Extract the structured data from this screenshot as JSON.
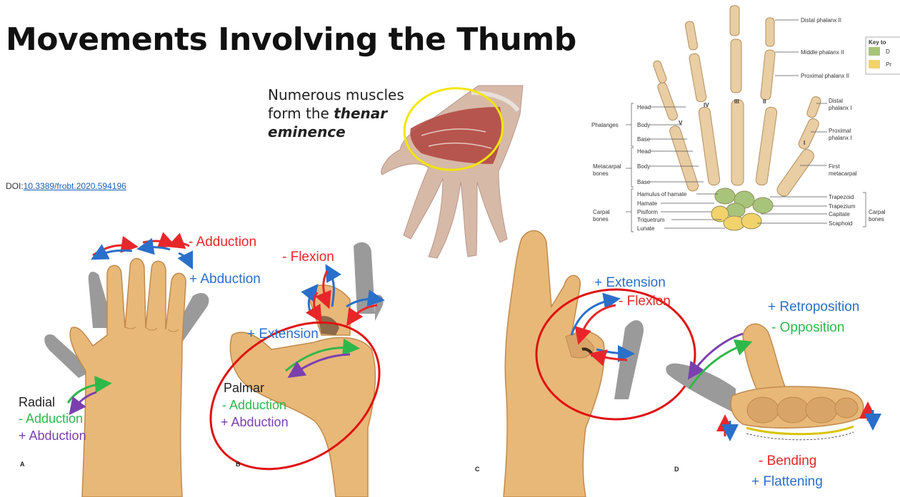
{
  "title": "Movements Involving the Thumb",
  "thenar_text": {
    "line1": "Numerous muscles",
    "line2_prefix": "form the ",
    "line2_bold": "thenar",
    "line3_bold": "eminence"
  },
  "doi": {
    "prefix": "DOI:",
    "link": "10.3389/frobt.2020.594196"
  },
  "skeleton": {
    "left_labels": {
      "phalanges": "Phalanges",
      "head1": "Head",
      "body1": "Body",
      "base1": "Base",
      "metacarpal": "Metacarpal",
      "bones1": "bones",
      "head2": "Head",
      "body2": "Body",
      "base2": "Base",
      "carpal": "Carpal",
      "bones2": "bones",
      "hamulus": "Hamulus of hamate",
      "hamate": "Hamate",
      "pisiform": "Pisiform",
      "triquetrum": "Triquetrum",
      "lunate": "Lunate"
    },
    "right_labels": {
      "distal2": "Distal phalanx II",
      "middle2": "Middle phalanx II",
      "proximal2": "Proximal phalanx II",
      "distal1a": "Distal",
      "distal1b": "phalanx I",
      "proximal1a": "Proximal",
      "proximal1b": "phalanx I",
      "firstmeta_a": "First",
      "firstmeta_b": "metacarpal",
      "trapezoid": "Trapezoid",
      "trapezium": "Trapezium",
      "capitate": "Capitate",
      "scaphoid": "Scaphoid",
      "carpal_bones_a": "Carpal",
      "carpal_bones_b": "bones"
    },
    "roman": {
      "i": "I",
      "ii": "II",
      "iii": "III",
      "iv": "IV",
      "v": "V"
    },
    "key": {
      "title": "Key to",
      "item1": "D",
      "item2": "Pr",
      "color1": "#a8c47a",
      "color2": "#f2d26b"
    }
  },
  "panels": {
    "a": {
      "letter": "A",
      "adduction": "- Adduction",
      "abduction": "+ Abduction",
      "radial": "Radial",
      "radial_add": "- Adduction",
      "radial_abd": "+ Abduction"
    },
    "b": {
      "letter": "B",
      "flexion": "- Flexion",
      "extension": "+ Extension",
      "palmar": "Palmar",
      "palmar_add": "- Adduction",
      "palmar_abd": "+ Abduction"
    },
    "c": {
      "letter": "C",
      "extension": "+ Extension",
      "flexion": "- Flexion"
    },
    "d": {
      "letter": "D",
      "retroposition": "+ Retroposition",
      "opposition": "- Opposition",
      "bending": "- Bending",
      "flattening": "+ Flattening"
    }
  },
  "colors": {
    "red": "#e8262a",
    "blue": "#2a6fc9",
    "green": "#2fb84a",
    "purple": "#7b3fb0",
    "skin": "#e8b878",
    "skin_dark": "#c08a4c",
    "gray_thumb": "#9a9a9a",
    "bone": "#e9cda3",
    "circle_red": "#e01010",
    "circle_yellow": "#f2e600"
  }
}
